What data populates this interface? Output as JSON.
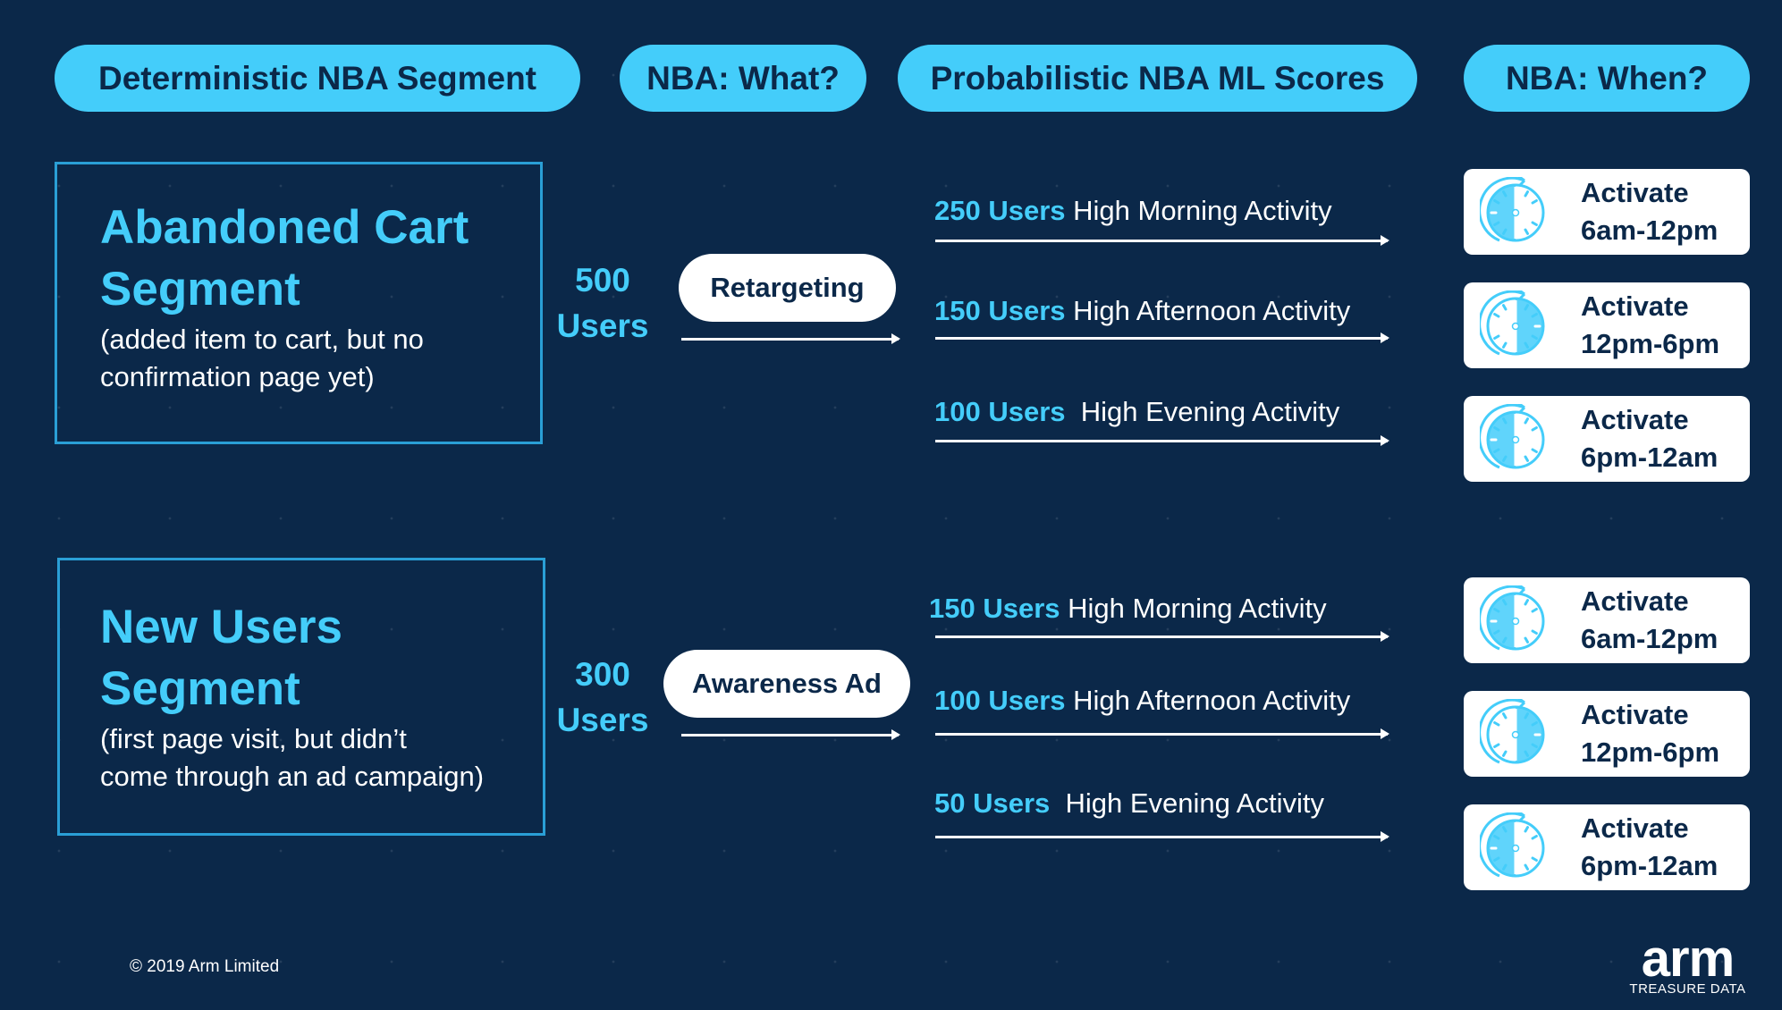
{
  "headers": {
    "segment": "Deterministic NBA Segment",
    "what": "NBA: What?",
    "scores": "Probabilistic NBA ML Scores",
    "when": "NBA: When?"
  },
  "segments": [
    {
      "title_line1": "Abandoned Cart",
      "title_line2": "Segment",
      "desc_line1": "(added item to cart, but no",
      "desc_line2": "confirmation page yet)",
      "count": "500",
      "count_unit": "Users",
      "action": "Retargeting",
      "scores": [
        {
          "users": "250 Users",
          "label": " High Morning Activity"
        },
        {
          "users": "150 Users",
          "label": " High Afternoon Activity"
        },
        {
          "users": "100 Users",
          "label": "  High Evening Activity"
        }
      ]
    },
    {
      "title_line1": "New Users",
      "title_line2": "Segment",
      "desc_line1": "(first page visit, but didn’t",
      "desc_line2": "come through an ad campaign)",
      "count": "300",
      "count_unit": "Users",
      "action": "Awareness Ad",
      "scores": [
        {
          "users": "150 Users",
          "label": " High Morning Activity"
        },
        {
          "users": "100 Users",
          "label": " High Afternoon Activity"
        },
        {
          "users": "50 Users",
          "label": "  High Evening Activity"
        }
      ]
    }
  ],
  "when_cards": [
    {
      "line1": "Activate",
      "line2": "6am-12pm",
      "icon": "clock-morning-icon"
    },
    {
      "line1": "Activate",
      "line2": "12pm-6pm",
      "icon": "clock-afternoon-icon"
    },
    {
      "line1": "Activate",
      "line2": "6pm-12am",
      "icon": "clock-evening-icon"
    },
    {
      "line1": "Activate",
      "line2": "6am-12pm",
      "icon": "clock-morning-icon"
    },
    {
      "line1": "Activate",
      "line2": "12pm-6pm",
      "icon": "clock-afternoon-icon"
    },
    {
      "line1": "Activate",
      "line2": "6pm-12am",
      "icon": "clock-evening-icon"
    }
  ],
  "footer": {
    "copyright": "© 2019 Arm Limited",
    "logo_word": "arm",
    "logo_sub": "TREASURE DATA"
  },
  "colors": {
    "background": "#0b2849",
    "accent": "#44cdfa",
    "box_border": "#2a9fd6"
  }
}
